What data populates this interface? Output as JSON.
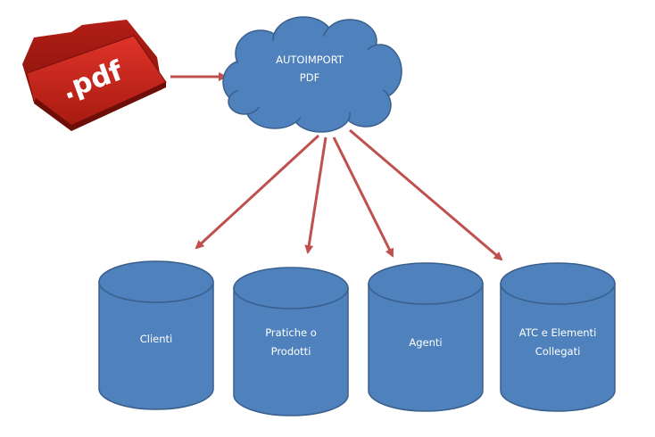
{
  "source": {
    "icon": "pdf-folder-icon",
    "label": ".pdf"
  },
  "cloud": {
    "line1": "AUTOIMPORT",
    "line2": "PDF"
  },
  "targets": [
    {
      "id": "clienti",
      "lines": [
        "Clienti"
      ]
    },
    {
      "id": "pratiche-o-prodotti",
      "lines": [
        "Pratiche o",
        "Prodotti"
      ]
    },
    {
      "id": "agenti",
      "lines": [
        "Agenti"
      ]
    },
    {
      "id": "atc-e-elementi-collegati",
      "lines": [
        "ATC e Elementi",
        "Collegati"
      ]
    }
  ],
  "colors": {
    "shape_fill": "#4F81BD",
    "shape_stroke": "#3A5F8C",
    "arrow": "#C0504D",
    "pdf_red": "#C0261E",
    "pdf_dark": "#8E1712"
  }
}
